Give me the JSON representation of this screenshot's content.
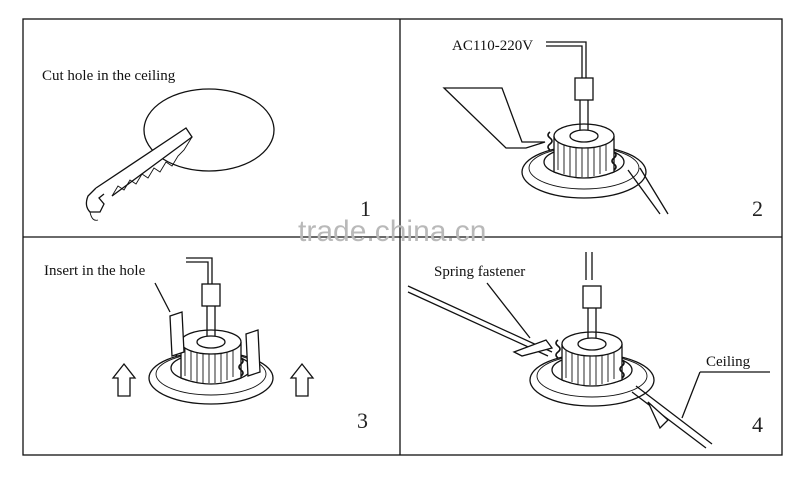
{
  "panels": [
    {
      "step": "1",
      "label": "Cut hole in the ceiling"
    },
    {
      "step": "2",
      "label": "AC110-220V"
    },
    {
      "step": "3",
      "label": "Insert in the hole"
    },
    {
      "step": "4",
      "label": "Spring fastener",
      "label2": "Ceiling"
    }
  ],
  "watermark": "trade.china.cn",
  "colors": {
    "ink": "#111111",
    "watermark": "#b9b9b9",
    "background": "#ffffff"
  }
}
